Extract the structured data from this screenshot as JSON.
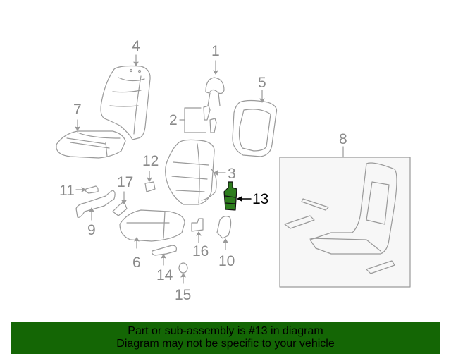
{
  "diagram": {
    "subject": "Front seat assembly exploded view",
    "highlight_color": "#2e7d1e",
    "line_color": "#8a8a8a",
    "callouts": [
      {
        "id": "1",
        "label": "1",
        "part": "headrest"
      },
      {
        "id": "2",
        "label": "2",
        "part": "headrest-guides"
      },
      {
        "id": "3",
        "label": "3",
        "part": "seat-back-cushion"
      },
      {
        "id": "4",
        "label": "4",
        "part": "seat-back-cover"
      },
      {
        "id": "5",
        "label": "5",
        "part": "seat-back-panel"
      },
      {
        "id": "6",
        "label": "6",
        "part": "seat-cushion"
      },
      {
        "id": "7",
        "label": "7",
        "part": "seat-cushion-cover"
      },
      {
        "id": "8",
        "label": "8",
        "part": "seat-frame-assembly"
      },
      {
        "id": "9",
        "label": "9",
        "part": "side-trim"
      },
      {
        "id": "10",
        "label": "10",
        "part": "recliner-cover"
      },
      {
        "id": "11",
        "label": "11",
        "part": "knob"
      },
      {
        "id": "12",
        "label": "12",
        "part": "clip"
      },
      {
        "id": "13",
        "label": "13",
        "part": "highlighted-part"
      },
      {
        "id": "14",
        "label": "14",
        "part": "lever-trim"
      },
      {
        "id": "15",
        "label": "15",
        "part": "cap"
      },
      {
        "id": "16",
        "label": "16",
        "part": "bracket"
      },
      {
        "id": "17",
        "label": "17",
        "part": "hinge-cover"
      }
    ],
    "highlighted_callout": "13"
  },
  "banner": {
    "line1": "Part or sub-assembly is #13 in diagram",
    "line2": "Diagram may not be specific to your vehicle",
    "background": "#146605"
  }
}
